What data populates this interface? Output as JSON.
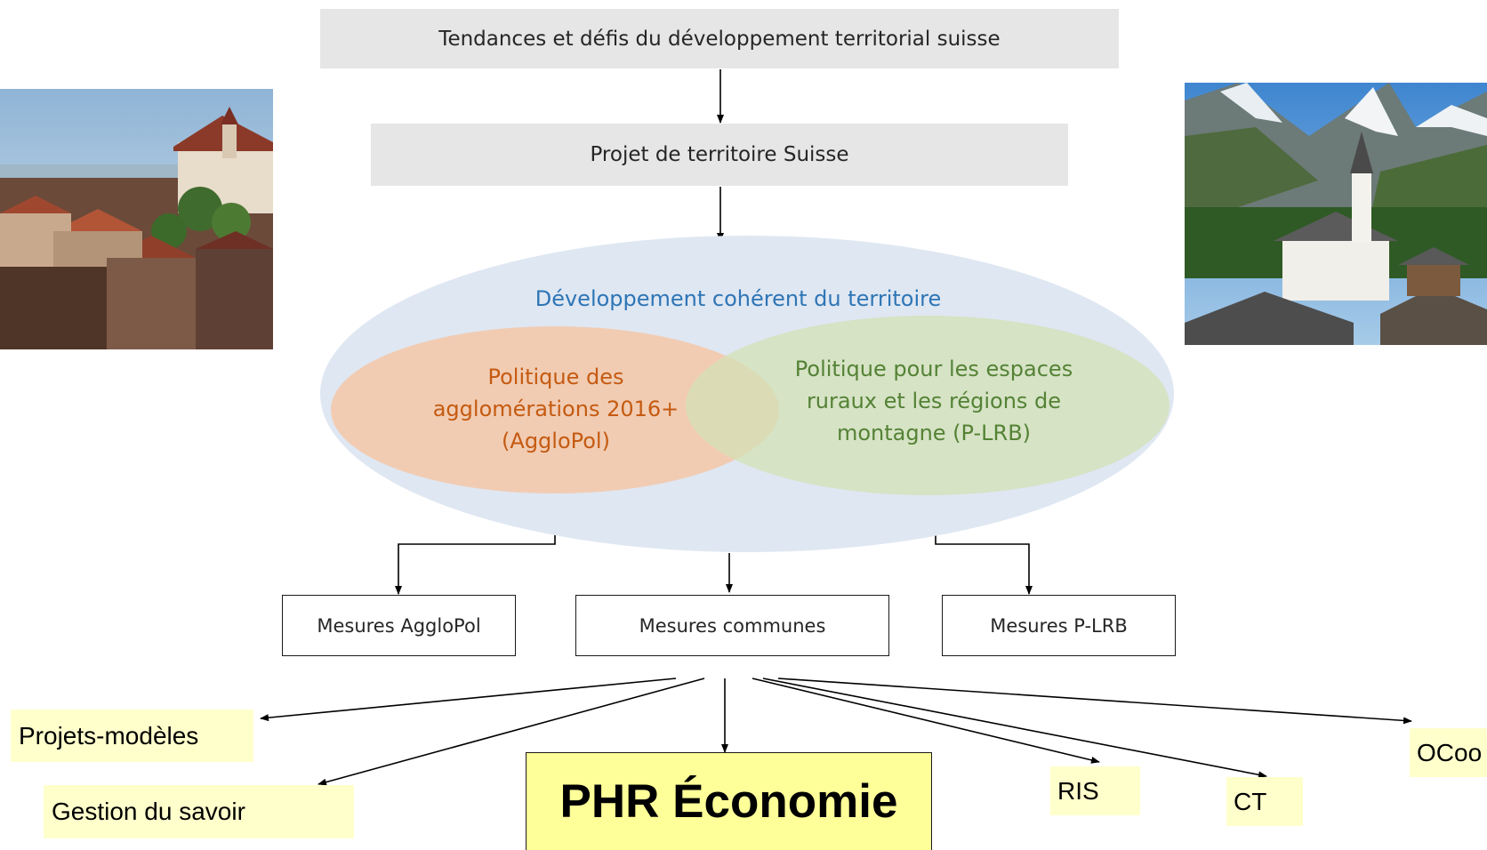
{
  "diagram": {
    "top_box": "Tendances et défis du développement territorial suisse",
    "second_box": "Projet de territoire Suisse",
    "ellipse_title": "Développement cohérent du territoire",
    "left_policy": "Politique des agglomérations 2016+ (AggloPol)",
    "right_policy": "Politique pour les espaces ruraux et les régions de montagne (P-LRB)",
    "measures": {
      "agglopol": "Mesures AggloPol",
      "common": "Mesures communes",
      "plrb": "Mesures P-LRB"
    },
    "outputs": {
      "projets_modeles": "Projets-modèles",
      "gestion_savoir": "Gestion du savoir",
      "phr": "PHR Économie",
      "ris": "RIS",
      "ct": "CT",
      "ocoo": "OCoo"
    }
  },
  "colors": {
    "grey_box": "#e6e6e6",
    "ellipse_bg": "#dfe7f2",
    "ellipse_title": "#2e75b6",
    "left_policy": "#f5c7a8",
    "left_policy_text": "#c55a11",
    "right_policy": "#d3e2b5",
    "right_policy_text": "#548235",
    "label_bg": "#ffffcc",
    "phr_bg": "#ffff99"
  }
}
